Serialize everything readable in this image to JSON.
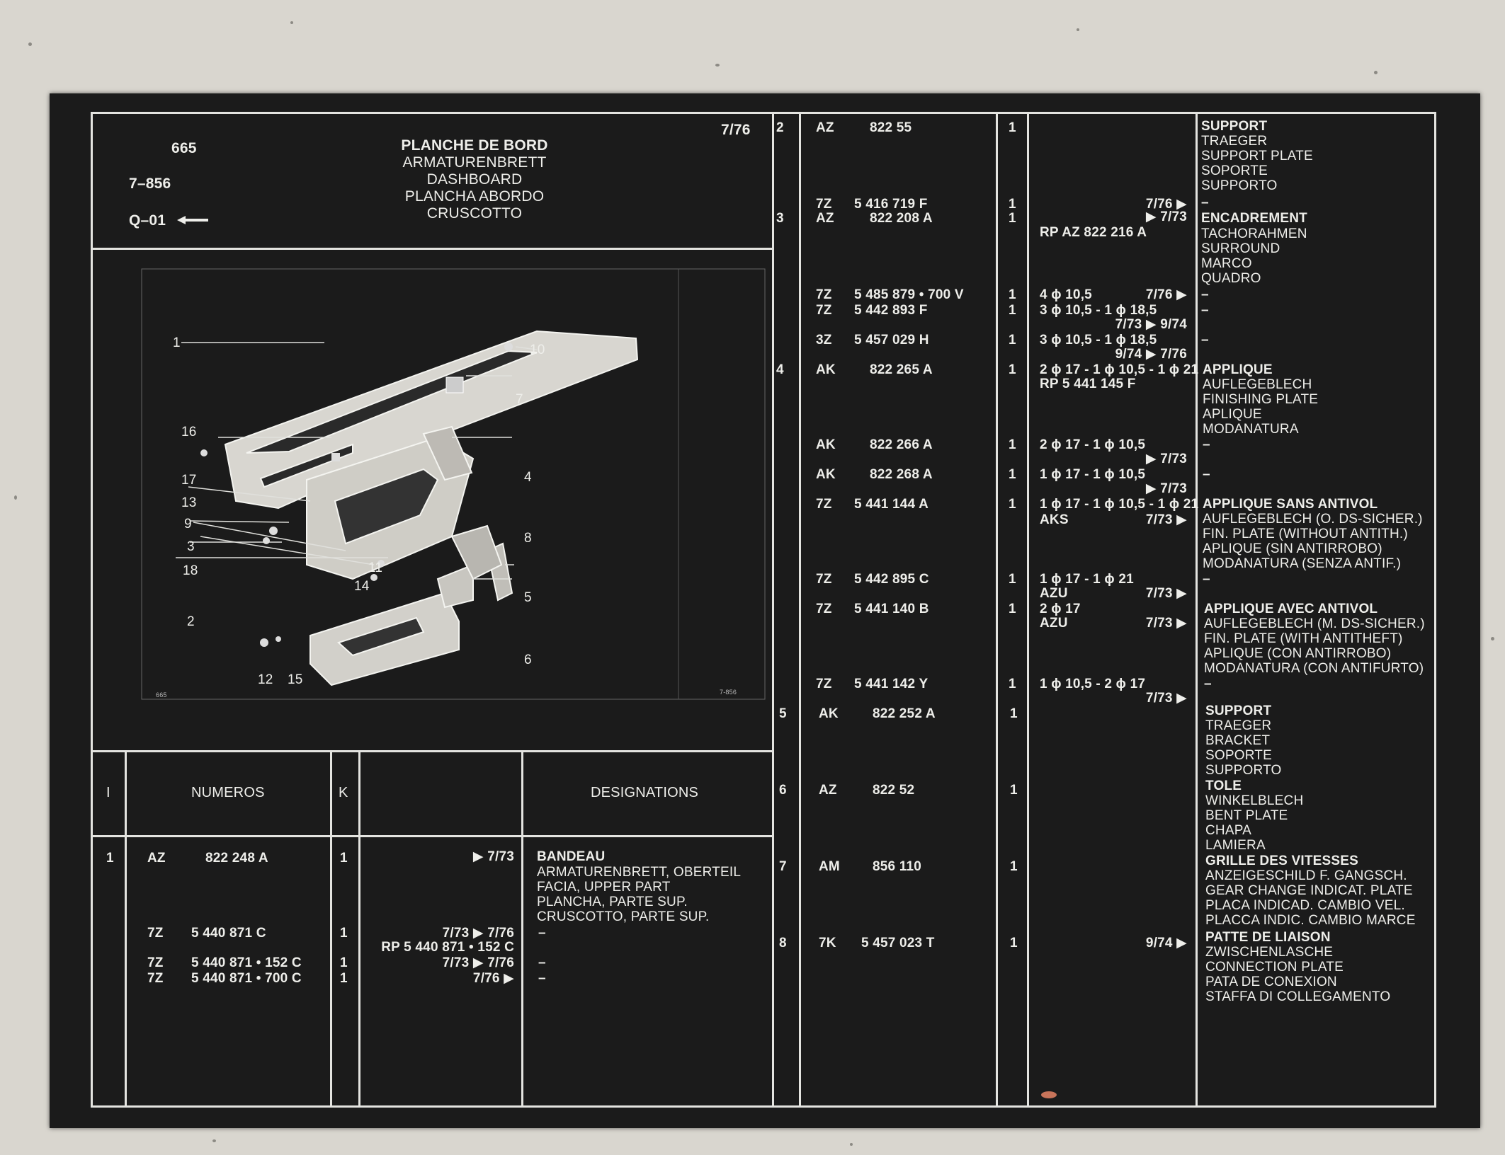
{
  "header": {
    "page_number": "665",
    "ref_code": "7–856",
    "group_code": "Q–01",
    "date": "7/76",
    "title_lines": [
      "PLANCHE DE BORD",
      "ARMATURENBRETT",
      "DASHBOARD",
      "PLANCHA ABORDO",
      "CRUSCOTTO"
    ]
  },
  "diagram": {
    "callouts": [
      "1",
      "2",
      "3",
      "4",
      "5",
      "6",
      "7",
      "8",
      "9",
      "10",
      "11",
      "12",
      "13",
      "14",
      "15",
      "16",
      "17",
      "18"
    ],
    "corner_left": "665",
    "corner_right": "7-856"
  },
  "table_headers": {
    "col_i": "I",
    "col_numeros": "NUMEROS",
    "col_k": "K",
    "col_designations": "DESIGNATIONS"
  },
  "left_rows": [
    {
      "item": "1",
      "prefix": "AZ",
      "number": "822 248 A",
      "qty": "1",
      "note": "▶ 7/73",
      "desig_title": "BANDEAU",
      "desig_lines": [
        "ARMATURENBRETT, OBERTEIL",
        "FACIA, UPPER PART",
        "PLANCHA, PARTE SUP.",
        "CRUSCOTTO, PARTE SUP."
      ]
    },
    {
      "prefix": "7Z",
      "number": "5 440 871 C",
      "qty": "1",
      "note": "7/73 ▶ 7/76",
      "note2": "RP 5 440 871 • 152 C",
      "desig": "–"
    },
    {
      "prefix": "7Z",
      "number": "5 440 871 • 152 C",
      "qty": "1",
      "note": "7/73 ▶ 7/76",
      "desig": "–"
    },
    {
      "prefix": "7Z",
      "number": "5 440 871 • 700 C",
      "qty": "1",
      "note": "7/76 ▶",
      "desig": "–"
    }
  ],
  "right_rows": [
    {
      "item": "2",
      "prefix": "AZ",
      "number": "822 55",
      "qty": "1"
    },
    {
      "prefix": "7Z",
      "number": "5 416 719 F",
      "qty": "1",
      "note": "7/76 ▶"
    },
    {
      "item": "3",
      "prefix": "AZ",
      "number": "822 208 A",
      "qty": "1",
      "note": "▶ 7/73",
      "note2": "RP AZ 822 216 A"
    },
    {
      "prefix": "7Z",
      "number": "5 485 879 • 700 V",
      "qty": "1",
      "note_a": "4 ϕ 10,5",
      "note": "7/76 ▶"
    },
    {
      "prefix": "7Z",
      "number": "5 442 893 F",
      "qty": "1",
      "note_a": "3 ϕ 10,5 - 1 ϕ 18,5",
      "note": "7/73 ▶ 9/74"
    },
    {
      "prefix": "3Z",
      "number": "5 457 029 H",
      "qty": "1",
      "note_a": "3 ϕ 10,5 - 1 ϕ 18,5",
      "note": "9/74 ▶ 7/76"
    },
    {
      "item": "4",
      "prefix": "AK",
      "number": "822 265 A",
      "qty": "1",
      "note_a": "2 ϕ 17 - 1 ϕ 10,5 - 1 ϕ 21",
      "note2": "RP 5 441 145 F"
    },
    {
      "prefix": "AK",
      "number": "822 266 A",
      "qty": "1",
      "note_a": "2 ϕ 17 - 1 ϕ 10,5",
      "note": "▶ 7/73"
    },
    {
      "prefix": "AK",
      "number": "822 268 A",
      "qty": "1",
      "note_a": "1 ϕ 17 - 1 ϕ 10,5",
      "note": "▶ 7/73"
    },
    {
      "prefix": "7Z",
      "number": "5 441 144 A",
      "qty": "1",
      "note_a": "1 ϕ 17 - 1 ϕ 10,5 - 1 ϕ 21",
      "note_b": "AKS",
      "note": "7/73 ▶"
    },
    {
      "prefix": "7Z",
      "number": "5 442 895 C",
      "qty": "1",
      "note_a": "1 ϕ 17 - 1 ϕ 21",
      "note_b": "AZU",
      "note": "7/73 ▶"
    },
    {
      "prefix": "7Z",
      "number": "5 441 140 B",
      "qty": "1",
      "note_a": "2 ϕ 17",
      "note_b": "AZU",
      "note": "7/73 ▶"
    },
    {
      "prefix": "7Z",
      "number": "5 441 142 Y",
      "qty": "1",
      "note_a": "1 ϕ 10,5 - 2 ϕ 17",
      "note": "7/73 ▶"
    },
    {
      "item": "5",
      "prefix": "AK",
      "number": "822 252 A",
      "qty": "1"
    },
    {
      "item": "6",
      "prefix": "AZ",
      "number": "822 52",
      "qty": "1"
    },
    {
      "item": "7",
      "prefix": "AM",
      "number": "856 110",
      "qty": "1"
    },
    {
      "item": "8",
      "prefix": "7K",
      "number": "5 457 023 T",
      "qty": "1",
      "note": "9/74 ▶"
    }
  ],
  "designations": [
    {
      "title": "SUPPORT",
      "lines": [
        "TRAEGER",
        "SUPPORT PLATE",
        "SOPORTE",
        "SUPPORTO"
      ]
    },
    {
      "dash": "–"
    },
    {
      "title": "ENCADREMENT",
      "lines": [
        "TACHORAHMEN",
        "SURROUND",
        "MARCO",
        "QUADRO"
      ]
    },
    {
      "dash": "–"
    },
    {
      "dash": "–"
    },
    {
      "dash": "–"
    },
    {
      "title": "APPLIQUE",
      "lines": [
        "AUFLEGEBLECH",
        "FINISHING PLATE",
        "APLIQUE",
        "MODANATURA"
      ]
    },
    {
      "dash": "–"
    },
    {
      "dash": "–"
    },
    {
      "title": "APPLIQUE SANS ANTIVOL",
      "lines": [
        "AUFLEGEBLECH (O. DS-SICHER.)",
        "FIN. PLATE (WITHOUT ANTITH.)",
        "APLIQUE (SIN ANTIRROBO)",
        "MODANATURA (SENZA ANTIF.)"
      ]
    },
    {
      "dash": "–"
    },
    {
      "title": "APPLIQUE AVEC ANTIVOL",
      "lines": [
        "AUFLEGEBLECH (M. DS-SICHER.)",
        "FIN. PLATE (WITH ANTITHEFT)",
        "APLIQUE (CON ANTIRROBO)",
        "MODANATURA (CON ANTIFURTO)"
      ]
    },
    {
      "dash": "–"
    },
    {
      "title": "SUPPORT",
      "lines": [
        "TRAEGER",
        "BRACKET",
        "SOPORTE",
        "SUPPORTO"
      ]
    },
    {
      "title": "TOLE",
      "lines": [
        "WINKELBLECH",
        "BENT PLATE",
        "CHAPA",
        "LAMIERA"
      ]
    },
    {
      "title": "GRILLE DES VITESSES",
      "lines": [
        "ANZEIGESCHILD F. GANGSCH.",
        "GEAR CHANGE INDICAT. PLATE",
        "PLACA INDICAD. CAMBIO VEL.",
        "PLACCA INDIC. CAMBIO MARCE"
      ]
    },
    {
      "title": "PATTE DE LIAISON",
      "lines": [
        "ZWISCHENLASCHE",
        "CONNECTION PLATE",
        "PATA DE CONEXION",
        "STAFFA DI COLLEGAMENTO"
      ]
    }
  ]
}
